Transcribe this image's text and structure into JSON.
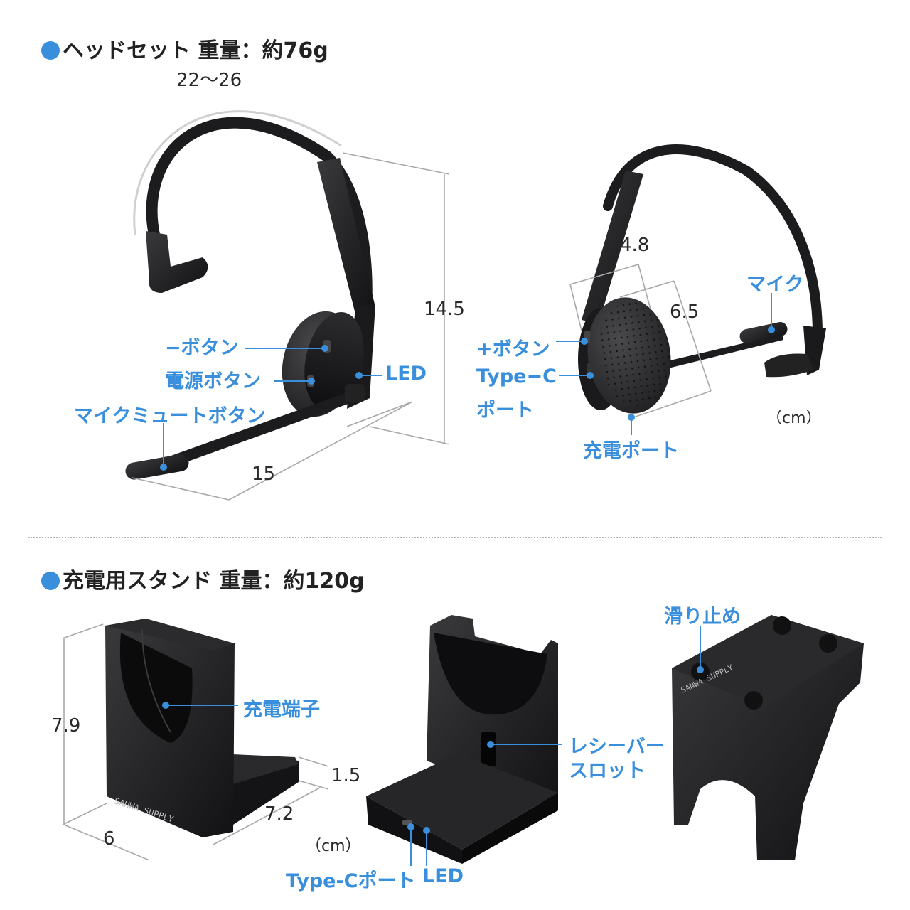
{
  "section_headset": {
    "title": "ヘッドセット 重量：約76g",
    "dims": {
      "band": "22〜26",
      "height": "14.5",
      "boom": "15",
      "depth": "4.8",
      "cushion": "6.5"
    },
    "callouts": {
      "minus_button": "−ボタン",
      "power_button": "電源ボタン",
      "mic_mute_button": "マイクミュートボタン",
      "led": "LED",
      "plus_button": "+ボタン",
      "typec_line1": "Type−C",
      "typec_line2": "ポート",
      "charge_port": "充電ポート",
      "mic": "マイク"
    },
    "unit": "（cm）"
  },
  "section_stand": {
    "title": "充電用スタンド 重量：約120g",
    "dims": {
      "height": "7.9",
      "base": "1.5",
      "length": "7.2",
      "width": "6"
    },
    "callouts": {
      "charging_terminal": "充電端子",
      "receiver_slot_line1": "レシーバー",
      "receiver_slot_line2": "スロット",
      "typec_port": "Type-Cポート",
      "led": "LED",
      "anti_slip": "滑り止め"
    },
    "unit": "（cm）",
    "brand": "SANWA SUPPLY"
  },
  "colors": {
    "accent": "#3a8fdc",
    "product": "#1c1c1e",
    "dimension_line": "#a8a8a8"
  }
}
